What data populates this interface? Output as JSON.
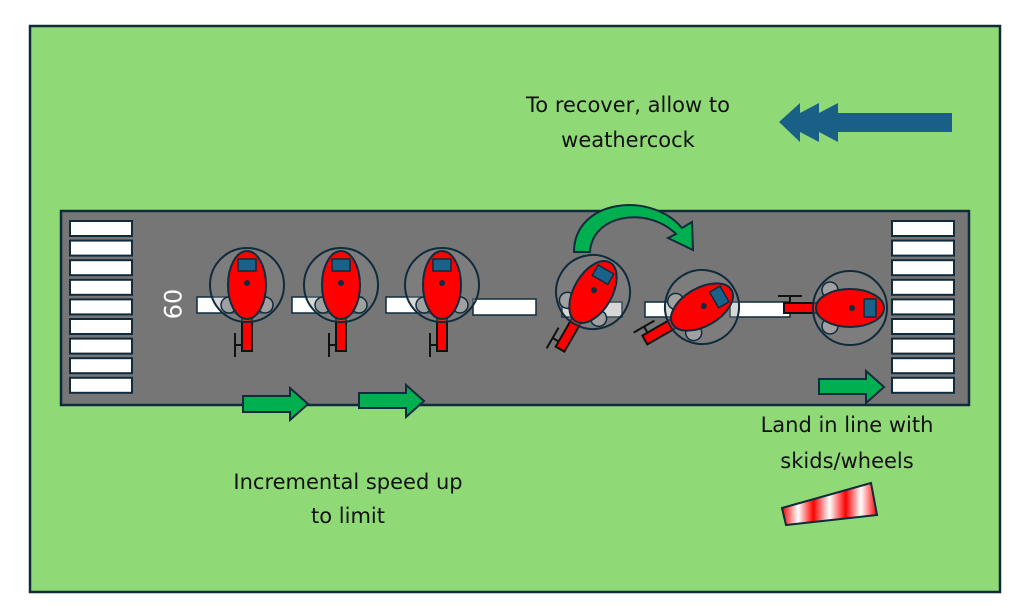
{
  "diagram": {
    "title": "Helicopter running landing / weathercock recovery",
    "runway_number": "09",
    "labels": {
      "recover": [
        "To recover, allow to",
        "weathercock"
      ],
      "speed": [
        "Incremental speed up",
        "to limit"
      ],
      "land": [
        "Land in line with",
        "skids/wheels"
      ]
    },
    "wind_direction": "from right to left",
    "helicopters": [
      {
        "id": "heli-1",
        "heading_deg": 0,
        "phase": "aligned"
      },
      {
        "id": "heli-2",
        "heading_deg": 0,
        "phase": "aligned"
      },
      {
        "id": "heli-3",
        "heading_deg": 0,
        "phase": "aligned"
      },
      {
        "id": "heli-4",
        "heading_deg": 30,
        "phase": "yawing"
      },
      {
        "id": "heli-5",
        "heading_deg": 60,
        "phase": "yawing"
      },
      {
        "id": "heli-6",
        "heading_deg": 90,
        "phase": "weathercocked"
      }
    ],
    "colors": {
      "grass": "#90d977",
      "runway": "#767676",
      "outline": "#0f2b3c",
      "helicopter": "#ff0000",
      "canopy": "#1a6289",
      "motion_arrow": "#00b050",
      "wind_arrow": "#1a5f86",
      "marking": "#ffffff"
    }
  }
}
